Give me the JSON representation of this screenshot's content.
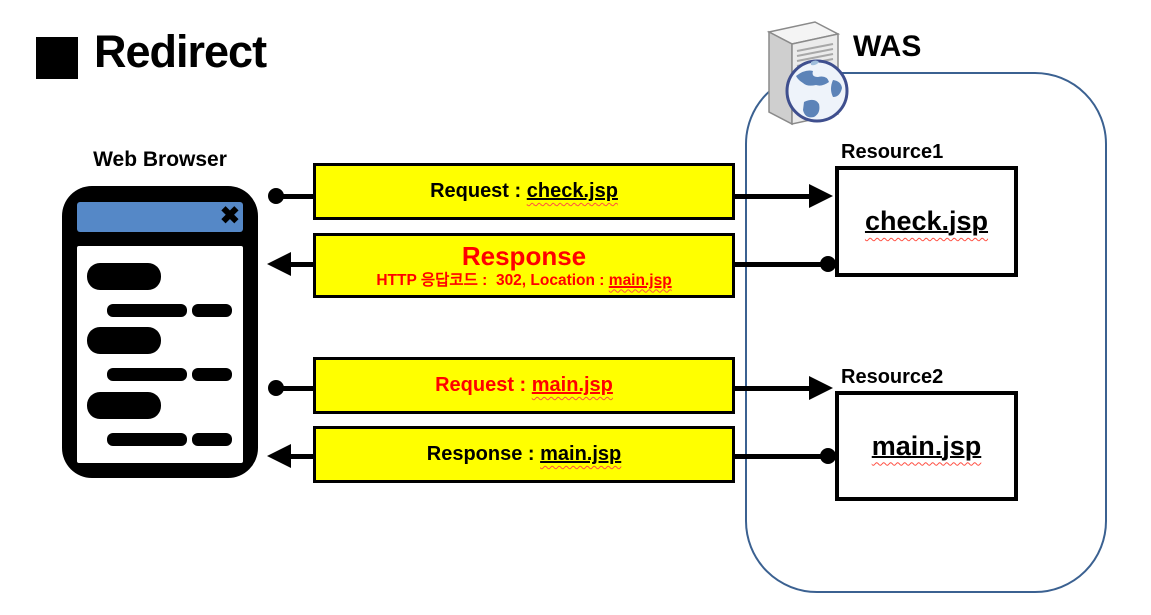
{
  "title": "Redirect",
  "browser": {
    "label": "Web Browser",
    "close_glyph": "✖"
  },
  "was": {
    "label": "WAS",
    "resources": [
      {
        "name": "Resource1",
        "file": "check.jsp"
      },
      {
        "name": "Resource2",
        "file": "main.jsp"
      }
    ]
  },
  "messages": [
    {
      "prefix": "Request : ",
      "file": "check.jsp",
      "direction": "browser-to-was",
      "text_color": "black"
    },
    {
      "title": "Response",
      "detail_prefix": "HTTP 응답코드 :  302, Location : ",
      "file": "main.jsp",
      "direction": "was-to-browser",
      "text_color": "red"
    },
    {
      "prefix": "Request : ",
      "file": "main.jsp",
      "direction": "browser-to-was",
      "text_color": "red"
    },
    {
      "prefix": "Response : ",
      "file": "main.jsp",
      "direction": "was-to-browser",
      "text_color": "black"
    }
  ],
  "colors": {
    "message_fill": "#ffff00",
    "red_text": "#ff0000",
    "was_border": "#3b6191",
    "browser_titlebar": "#5588c7",
    "squiggle": "#ff4f42"
  }
}
